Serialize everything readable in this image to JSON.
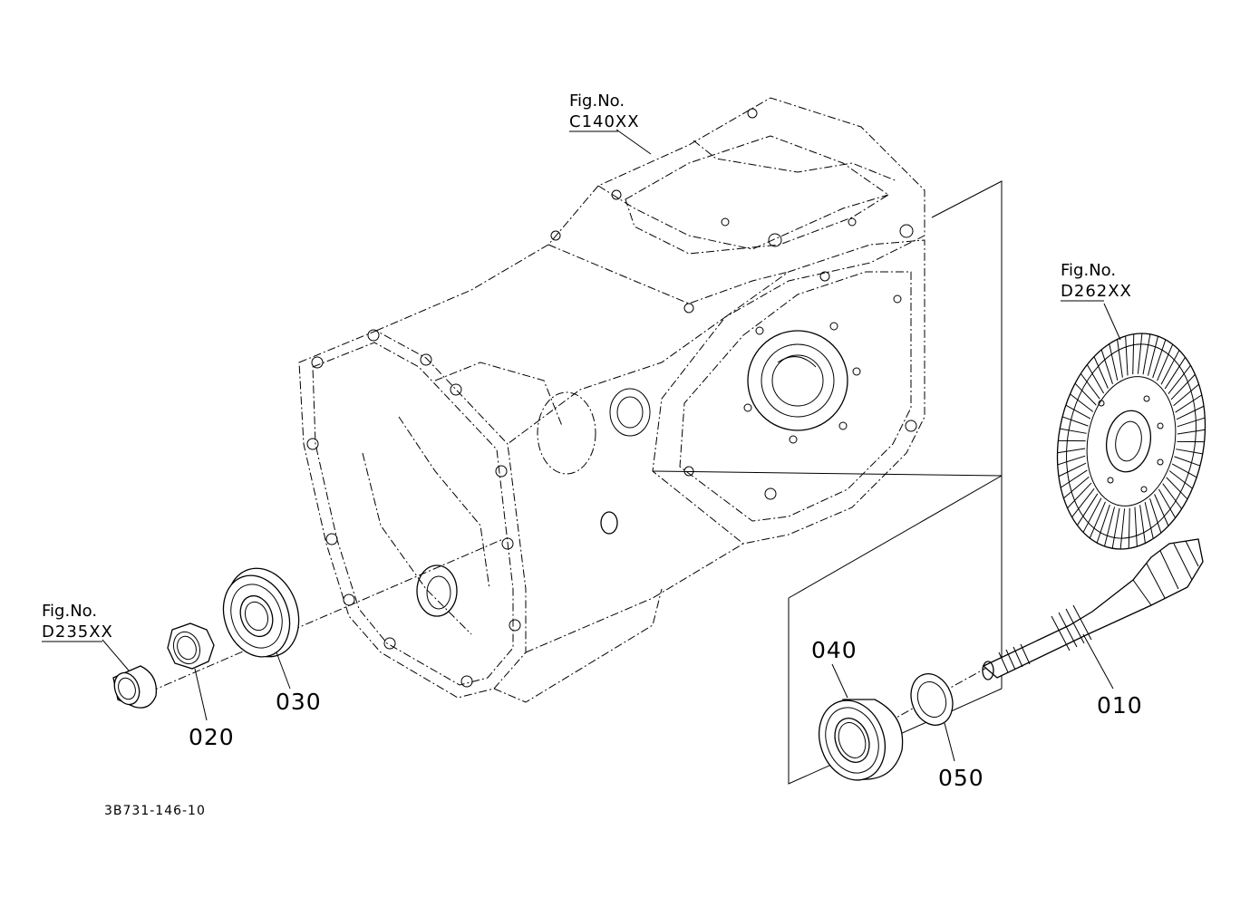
{
  "references": [
    {
      "id": "ref-c140",
      "line1": "Fig.No.",
      "line2": "C140XX"
    },
    {
      "id": "ref-d262",
      "line1": "Fig.No.",
      "line2": "D262XX"
    },
    {
      "id": "ref-d235",
      "line1": "Fig.No.",
      "line2": "D235XX"
    }
  ],
  "parts": [
    {
      "id": "part-010",
      "number": "010"
    },
    {
      "id": "part-020",
      "number": "020"
    },
    {
      "id": "part-030",
      "number": "030"
    },
    {
      "id": "part-040",
      "number": "040"
    },
    {
      "id": "part-050",
      "number": "050"
    }
  ],
  "drawing_id": "3B731-146-10"
}
